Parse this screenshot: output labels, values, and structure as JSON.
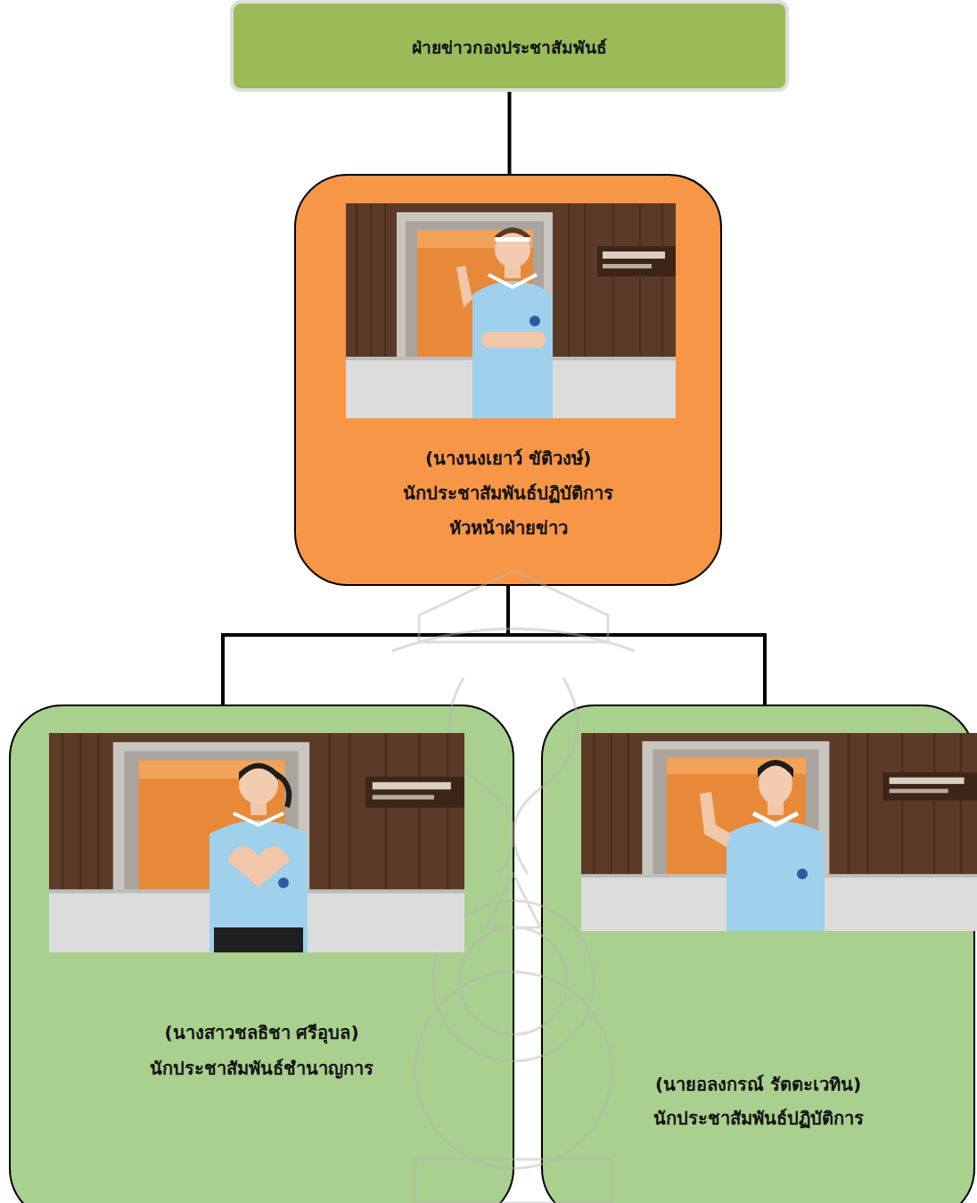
{
  "diagram": {
    "nodes": [
      {
        "text": [
          "ฝ่ายข่าวกองประชาสัมพันธ์"
        ]
      },
      {
        "text": [
          "(นางนงเยาว์ ขัติวงษ์)",
          "นักประชาสัมพันธ์ปฏิบัติการ",
          "หัวหน้าฝ่ายข่าว"
        ]
      },
      {
        "text": [
          "(นางสาวชลธิชา ศรีอุบล)",
          "นักประชาสัมพันธ์ชำนาญการ"
        ]
      },
      {
        "text": [
          "(นายอลงกรณ์ รัตตะเวทิน)",
          "นักประชาสัมพันธ์ปฏิบัติการ"
        ]
      }
    ],
    "edges": [
      {
        "from": 0,
        "to": 1,
        "arrow": "none"
      },
      {
        "from": 1,
        "to": 2,
        "arrow": "none"
      },
      {
        "from": 1,
        "to": 3,
        "arrow": "none"
      }
    ]
  }
}
